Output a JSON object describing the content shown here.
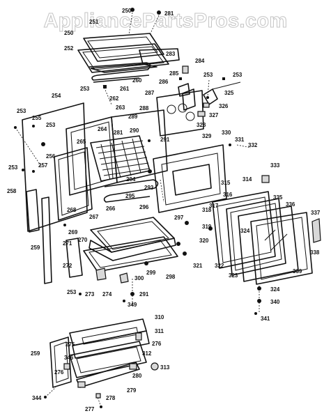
{
  "watermark": "AppliancePartsPros.com",
  "part_labels": [
    "250",
    "281",
    "251",
    "250",
    "252",
    "283",
    "260",
    "261",
    "253",
    "284",
    "285",
    "253",
    "253",
    "325",
    "286",
    "287",
    "326",
    "327",
    "328",
    "288",
    "289",
    "290",
    "262",
    "263",
    "254",
    "255",
    "253",
    "253",
    "264",
    "265",
    "281",
    "291",
    "329",
    "330",
    "331",
    "332",
    "256",
    "257",
    "253",
    "258",
    "294",
    "293",
    "295",
    "315",
    "316",
    "333",
    "314",
    "335",
    "336",
    "317",
    "318",
    "319",
    "324",
    "337",
    "338",
    "297",
    "296",
    "268",
    "267",
    "266",
    "269",
    "270",
    "271",
    "272",
    "259",
    "320",
    "322",
    "323",
    "339",
    "321",
    "299",
    "298",
    "300",
    "253",
    "273",
    "274",
    "291",
    "349",
    "324",
    "340",
    "341",
    "310",
    "311",
    "275",
    "276",
    "312",
    "259",
    "346",
    "313",
    "280",
    "276",
    "279",
    "344",
    "277",
    "278"
  ]
}
